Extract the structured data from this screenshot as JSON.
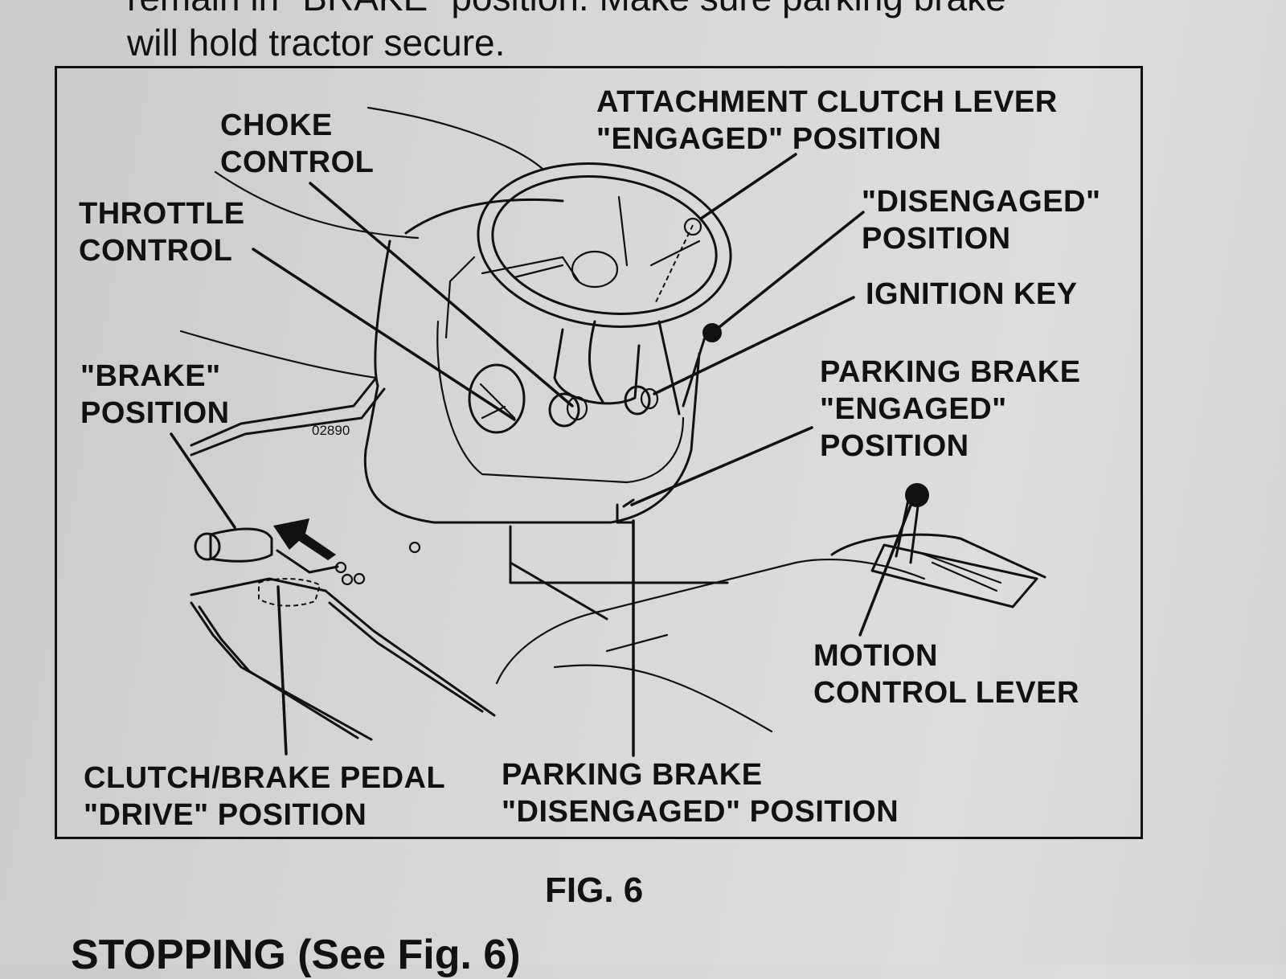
{
  "page": {
    "top_text_line1": "remain in \"BRAKE\" position. Make sure parking brake",
    "top_text_line2": "will hold tractor secure.",
    "figure_caption": "FIG. 6",
    "bottom_heading": "STOPPING (See Fig. 6)"
  },
  "figure": {
    "part_number": "02890",
    "labels": {
      "choke_control": [
        "CHOKE",
        "CONTROL"
      ],
      "throttle_control": [
        "THROTTLE",
        "CONTROL"
      ],
      "brake_position": [
        "\"BRAKE\"",
        "POSITION"
      ],
      "attachment_clutch_engaged": [
        "ATTACHMENT CLUTCH LEVER",
        "\"ENGAGED\" POSITION"
      ],
      "disengaged_position": [
        "\"DISENGAGED\"",
        "POSITION"
      ],
      "ignition_key": [
        "IGNITION KEY"
      ],
      "parking_brake_engaged": [
        "PARKING BRAKE",
        "\"ENGAGED\"",
        "POSITION"
      ],
      "motion_control_lever": [
        "MOTION",
        "CONTROL LEVER"
      ],
      "clutch_brake_pedal_drive": [
        "CLUTCH/BRAKE PEDAL",
        "\"DRIVE\" POSITION"
      ],
      "parking_brake_disengaged": [
        "PARKING BRAKE",
        "\"DISENGAGED\" POSITION"
      ]
    }
  },
  "colors": {
    "paper": "#d6d7d6",
    "ink": "#111111"
  }
}
